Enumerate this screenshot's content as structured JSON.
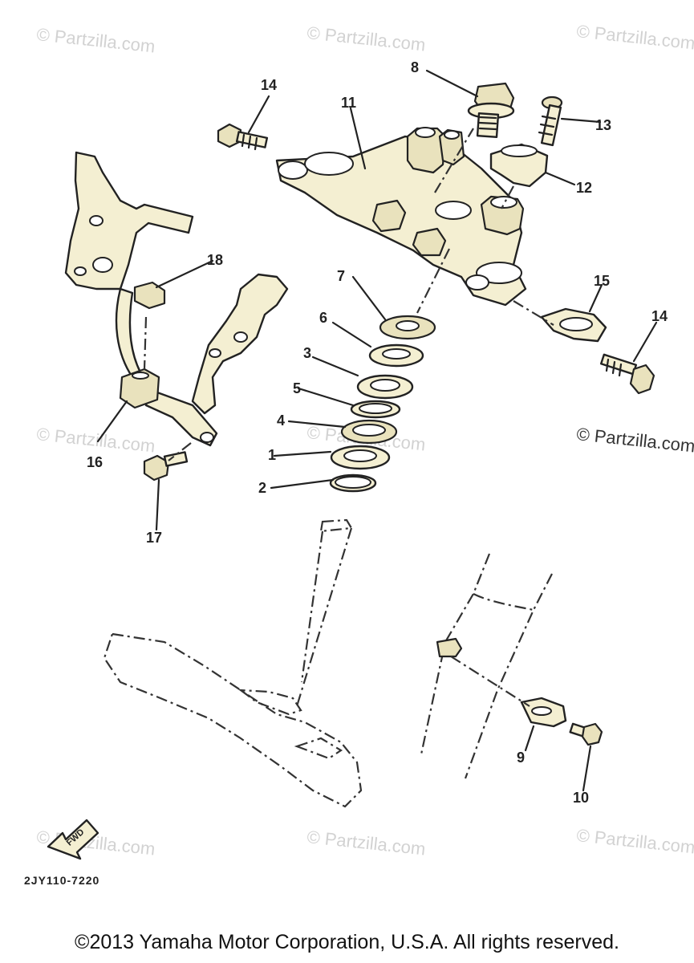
{
  "watermark_text": "© Partzilla.com",
  "callouts": {
    "c1": "1",
    "c2": "2",
    "c3": "3",
    "c4": "4",
    "c5": "5",
    "c6": "6",
    "c7": "7",
    "c8": "8",
    "c9": "9",
    "c10": "10",
    "c11": "11",
    "c12": "12",
    "c13": "13",
    "c14a": "14",
    "c14b": "14",
    "c15": "15",
    "c16": "16",
    "c17": "17",
    "c18": "18"
  },
  "diagram_code": "2JY110-7220",
  "fwd_label": "FWD",
  "copyright": "©2013 Yamaha Motor Corporation, U.S.A. All rights reserved."
}
